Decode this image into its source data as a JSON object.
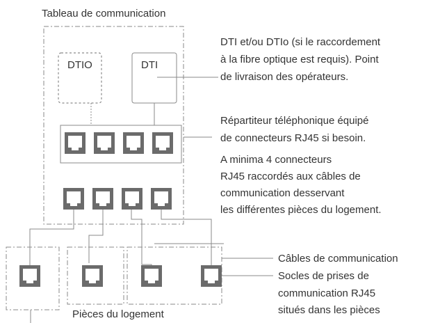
{
  "panel_title": "Tableau de communication",
  "boxes": {
    "dtio": "DTIO",
    "dti": "DTI"
  },
  "notes": {
    "dti": [
      "DTI et/ou DTIo (si le raccordement",
      "à la fibre optique est requis). Point",
      "de livraison des opérateurs."
    ],
    "repartiteur": [
      "Répartiteur téléphonique équipé",
      "de connecteurs RJ45 si besoin."
    ],
    "minima": [
      "A minima 4 connecteurs",
      "RJ45 raccordés aux câbles de",
      "communication desservant",
      "les différentes pièces du logement."
    ],
    "cables": "Câbles de communication",
    "socles": [
      "Socles de prises de",
      "communication RJ45",
      "situés dans les pièces"
    ]
  },
  "rooms_label": "Pièces du logement",
  "colors": {
    "line": "#8a8a8a",
    "dash": "#8a8a8a",
    "text": "#333333",
    "jack": "#6b6b6b"
  },
  "icons": [
    "rj45-jack-icon"
  ]
}
